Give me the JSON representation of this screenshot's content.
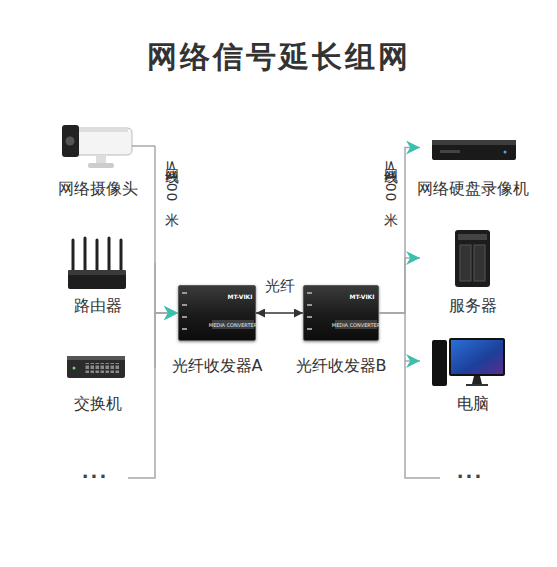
{
  "diagram": {
    "title": "网络信号延长组网",
    "nodes": [
      {
        "text": [
          "网络摄像头"
        ]
      },
      {
        "text": [
          "路由器"
        ]
      },
      {
        "text": [
          "交换机"
        ]
      },
      {
        "text": [
          "光纤收发器A"
        ]
      },
      {
        "text": [
          "光纤收发器B"
        ]
      },
      {
        "text": [
          "网络硬盘录像机"
        ]
      },
      {
        "text": [
          "服务器"
        ]
      },
      {
        "text": [
          "电脑"
        ]
      }
    ],
    "edges": [
      {
        "from": 0,
        "to": 3,
        "arrow": "to"
      },
      {
        "from": 1,
        "to": 3,
        "arrow": "to"
      },
      {
        "from": 2,
        "to": 3,
        "arrow": "to"
      },
      {
        "from": 3,
        "to": 4,
        "label": "光纤",
        "arrow": "both"
      },
      {
        "from": 4,
        "to": 5,
        "arrow": "to"
      },
      {
        "from": 4,
        "to": 6,
        "arrow": "to"
      },
      {
        "from": 4,
        "to": 7,
        "arrow": "to"
      }
    ],
    "labels": [
      "网线≤100米",
      "网线≤100米",
      "...",
      "...",
      "MT-VIKI",
      "MEDIA CONVERTER",
      "MT-VIKI",
      "MEDIA CONVERTER"
    ]
  }
}
